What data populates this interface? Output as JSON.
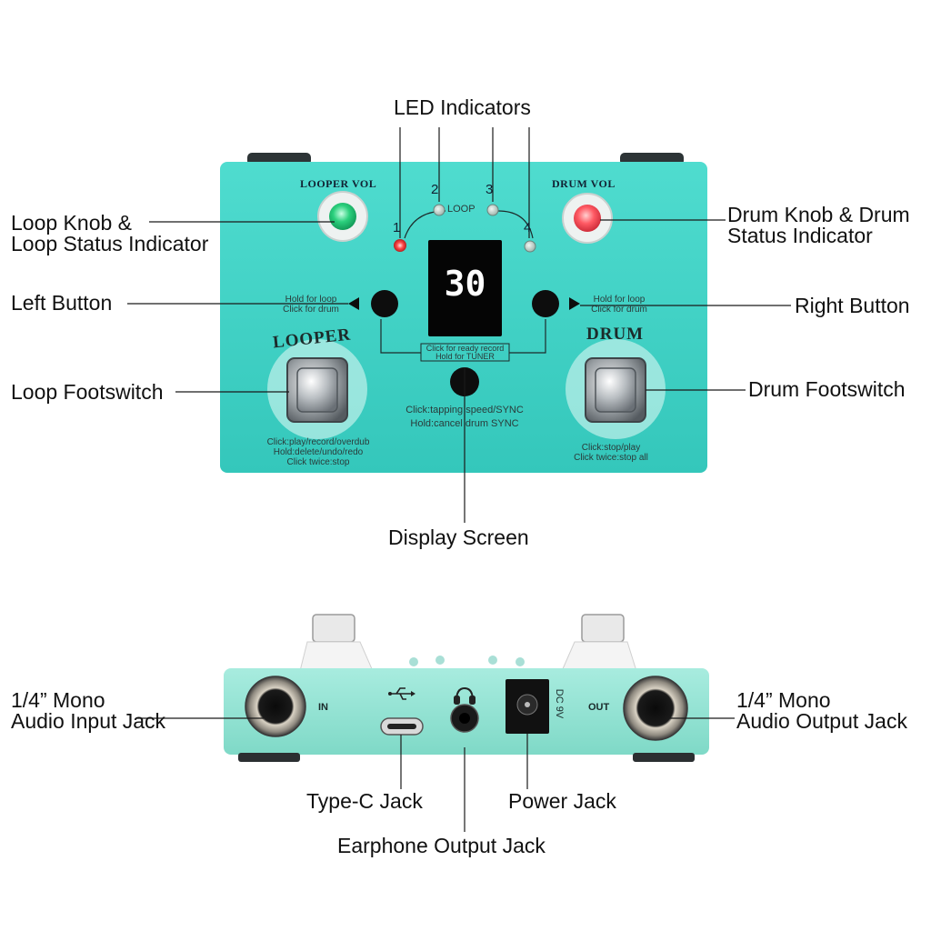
{
  "callouts": {
    "led_indicators": "LED Indicators",
    "loop_knob_line1": "Loop Knob &",
    "loop_knob_line2": "Loop Status Indicator",
    "drum_knob_line1": "Drum Knob & Drum",
    "drum_knob_line2": "Status Indicator",
    "left_button": "Left Button",
    "right_button": "Right Button",
    "loop_footswitch": "Loop Footswitch",
    "drum_footswitch": "Drum Footswitch",
    "display_screen": "Display Screen",
    "input_jack_line1": "1/4” Mono",
    "input_jack_line2": "Audio Input Jack",
    "output_jack_line1": "1/4” Mono",
    "output_jack_line2": "Audio Output Jack",
    "typec_jack": "Type-C Jack",
    "power_jack": "Power Jack",
    "earphone_jack": "Earphone Output Jack"
  },
  "pedal_top": {
    "looper_vol": "LOOPER VOL",
    "drum_vol": "DRUM VOL",
    "led_numbers": [
      "1",
      "2",
      "3",
      "4"
    ],
    "loop_label": "LOOP",
    "display_value": "30",
    "left_hint_line1": "Hold for loop",
    "left_hint_line2": "Click for drum",
    "right_hint_line1": "Hold for loop",
    "right_hint_line2": "Click for drum",
    "center_hint_line1": "Click for ready record",
    "center_hint_line2": "Hold for TUNER",
    "tap_hint_line1": "Click:tapping speed/SYNC",
    "tap_hint_line2": "Hold:cancel drum SYNC",
    "looper_brand": "LOOPER",
    "drum_brand": "DRUM",
    "looper_hint_line1": "Click:play/record/overdub",
    "looper_hint_line2": "Hold:delete/undo/redo",
    "looper_hint_line3": "Click twice:stop",
    "drum_hint_line1": "Click:stop/play",
    "drum_hint_line2": "Click twice:stop all"
  },
  "pedal_side": {
    "in_label": "IN",
    "out_label": "OUT",
    "dc_label": "DC 9V"
  },
  "colors": {
    "pedal_body": "#3fd1c6",
    "side_body": "#8ee3d2",
    "led_red": "#ff4a4a",
    "knob_green": "#2bd07d",
    "knob_red": "#ff5a64",
    "display_bg": "#050505",
    "display_text": "#ffffff"
  },
  "icons": {
    "usb": "usb-icon",
    "headphones": "headphones-icon"
  }
}
